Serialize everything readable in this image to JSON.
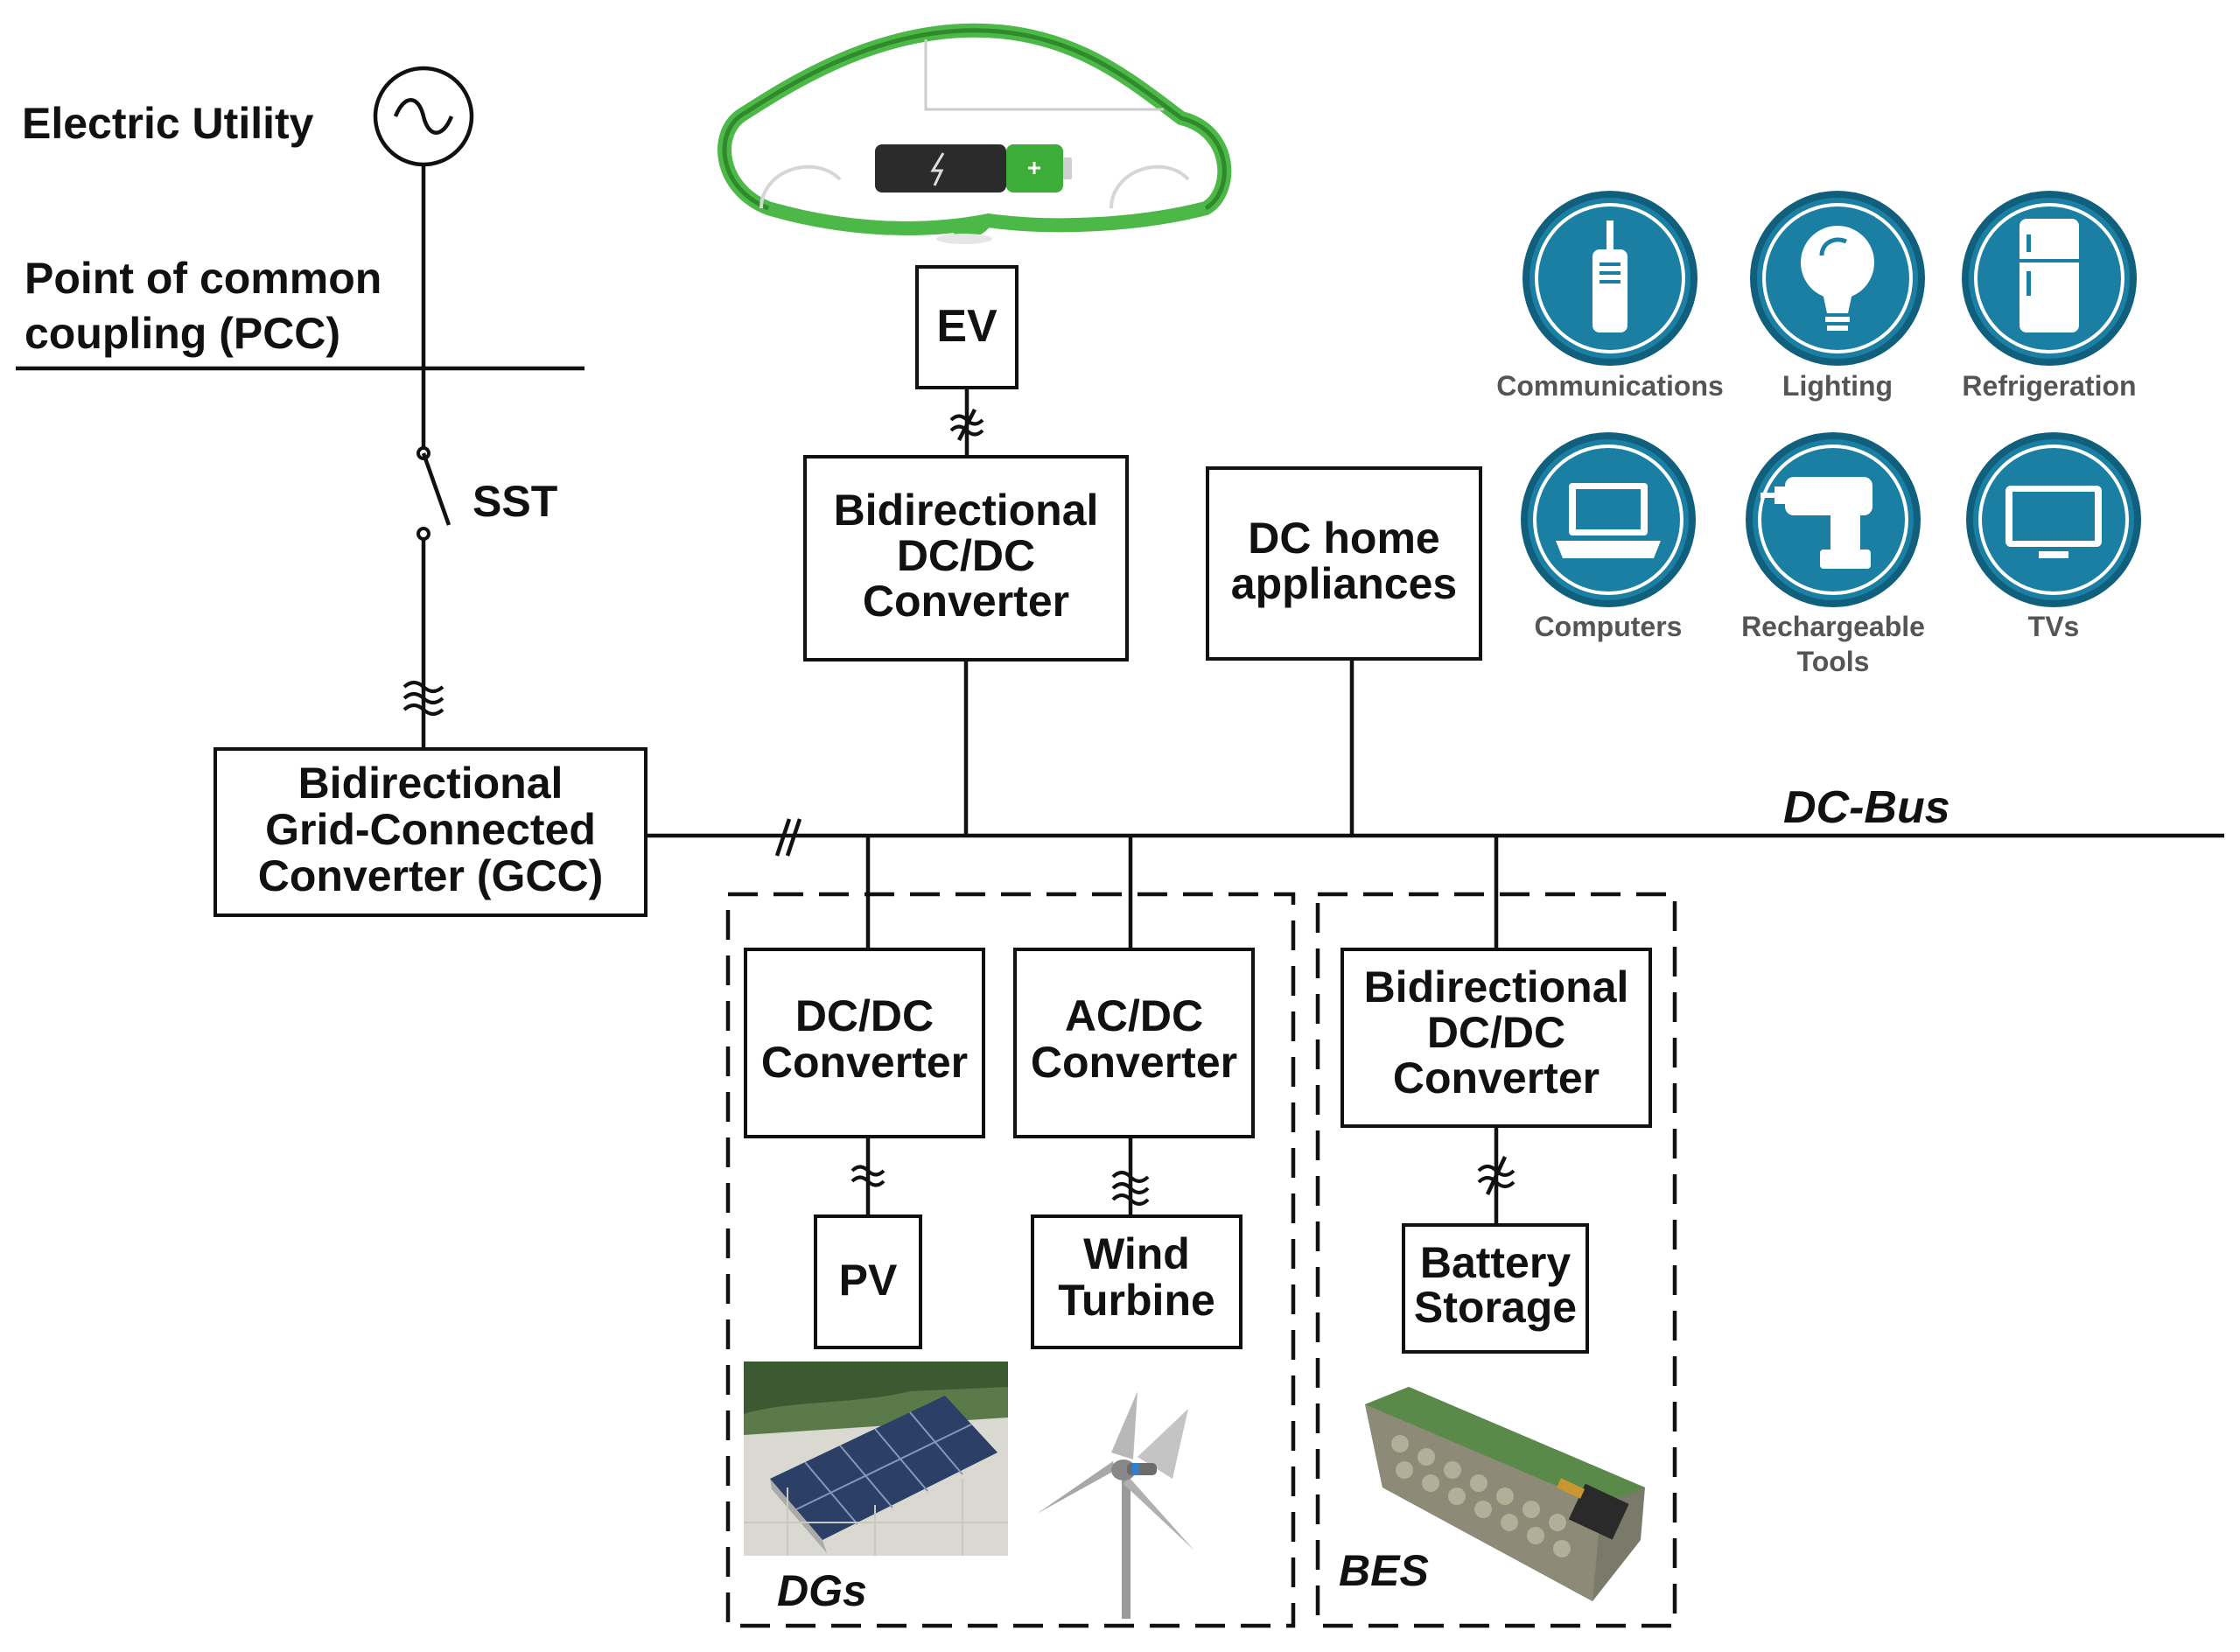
{
  "labels": {
    "electric_utility": "Electric Utility",
    "pcc_line1": "Point of common",
    "pcc_line2": "coupling (PCC)",
    "sst": "SST",
    "dc_bus": "DC-Bus",
    "dgs": "DGs",
    "bes": "BES"
  },
  "boxes": {
    "ev": [
      "EV"
    ],
    "ev_converter": [
      "Bidirectional",
      "DC/DC",
      "Converter"
    ],
    "dc_home": [
      "DC home",
      "appliances"
    ],
    "gcc": [
      "Bidirectional",
      "Grid-Connected",
      "Converter (GCC)"
    ],
    "pv_converter": [
      "DC/DC",
      "Converter"
    ],
    "wind_converter": [
      "AC/DC",
      "Converter"
    ],
    "battery_converter": [
      "Bidirectional",
      "DC/DC",
      "Converter"
    ],
    "pv": [
      "PV"
    ],
    "wind": [
      "Wind",
      "Turbine"
    ],
    "battery": [
      "Battery",
      "Storage"
    ]
  },
  "appliances": [
    {
      "icon": "phone-icon",
      "label": [
        "Communications"
      ]
    },
    {
      "icon": "lightbulb-icon",
      "label": [
        "Lighting"
      ]
    },
    {
      "icon": "refrigerator-icon",
      "label": [
        "Refrigeration"
      ]
    },
    {
      "icon": "laptop-icon",
      "label": [
        "Computers"
      ]
    },
    {
      "icon": "drill-icon",
      "label": [
        "Rechargeable",
        "Tools"
      ]
    },
    {
      "icon": "tv-icon",
      "label": [
        "TVs"
      ]
    }
  ],
  "colors": {
    "appliance_circle": "#1a7fa3",
    "appliance_ring": "#0f5f7d",
    "ev_outline": "#4cb847",
    "battery_plus": "#3dae3a"
  }
}
